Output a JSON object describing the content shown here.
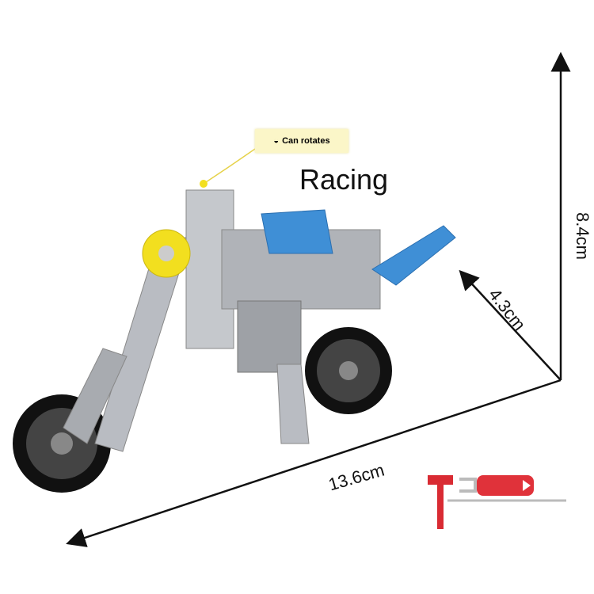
{
  "title": "Racing",
  "callout": {
    "icon": "rotate-icon",
    "text": "Can rotates"
  },
  "dimensions": {
    "length": "13.6cm",
    "width": "4.3cm",
    "height": "8.4cm"
  },
  "colors": {
    "accent_blue": "#3f8fd6",
    "yellow": "#f2df1f",
    "tool_red": "#e0323a",
    "metal": "#b9bcc2"
  }
}
